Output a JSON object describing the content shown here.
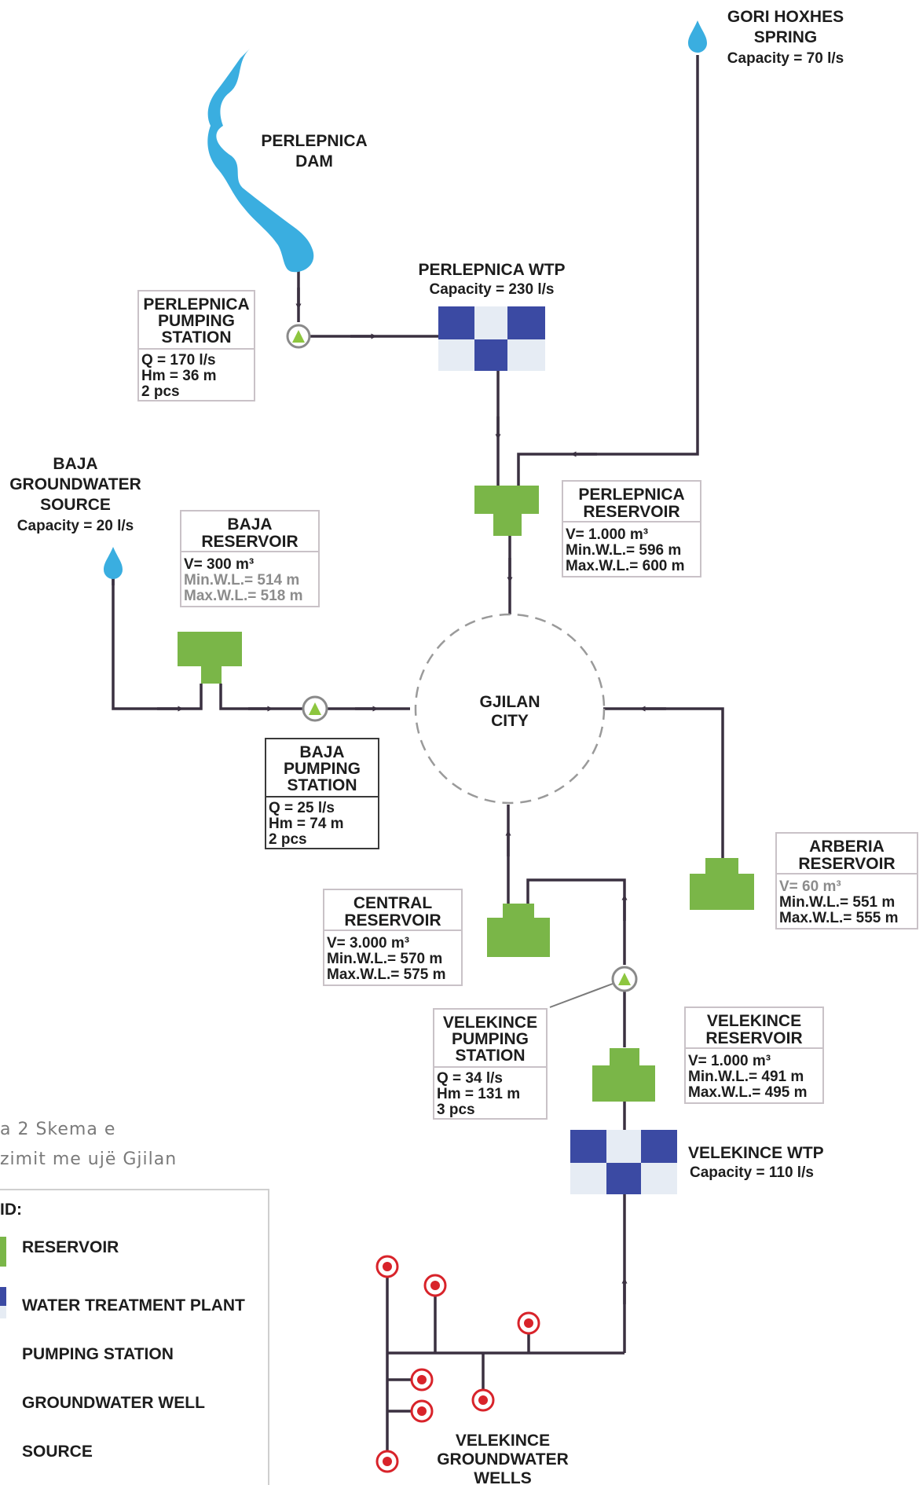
{
  "nodes": {
    "gori_hoxhes": {
      "name_line1": "GORI HOXHES",
      "name_line2": "SPRING",
      "capacity": "Capacity = 70 l/s"
    },
    "perlepnica_dam": {
      "name_line1": "PERLEPNICA",
      "name_line2": "DAM"
    },
    "perlepnica_wtp": {
      "name": "PERLEPNICA WTP",
      "capacity": "Capacity = 230 l/s"
    },
    "perlepnica_ps": {
      "name_line1": "PERLEPNICA",
      "name_line2": "PUMPING",
      "name_line3": "STATION",
      "q": "Q = 170 l/s",
      "hm": "Hm = 36 m",
      "pcs": "2 pcs"
    },
    "perlepnica_res": {
      "name_line1": "PERLEPNICA",
      "name_line2": "RESERVOIR",
      "v": "V= 1.000 m³",
      "min": "Min.W.L.= 596 m",
      "max": "Max.W.L.= 600 m"
    },
    "baja_source": {
      "name_line1": "BAJA",
      "name_line2": "GROUNDWATER",
      "name_line3": "SOURCE",
      "capacity": "Capacity = 20 l/s"
    },
    "baja_res": {
      "name_line1": "BAJA",
      "name_line2": "RESERVOIR",
      "v": "V= 300 m³",
      "min": "Min.W.L.= 514 m",
      "max": "Max.W.L.= 518 m"
    },
    "baja_ps": {
      "name_line1": "BAJA",
      "name_line2": "PUMPING",
      "name_line3": "STATION",
      "q": "Q = 25 l/s",
      "hm": "Hm = 74 m",
      "pcs": "2 pcs"
    },
    "gjilan": {
      "name_line1": "GJILAN",
      "name_line2": "CITY"
    },
    "arberia_res": {
      "name_line1": "ARBERIA",
      "name_line2": "RESERVOIR",
      "v": "V= 60 m³",
      "min": "Min.W.L.= 551 m",
      "max": "Max.W.L.= 555 m"
    },
    "central_res": {
      "name_line1": "CENTRAL",
      "name_line2": "RESERVOIR",
      "v": "V= 3.000 m³",
      "min": "Min.W.L.= 570 m",
      "max": "Max.W.L.= 575 m"
    },
    "velekince_ps": {
      "name_line1": "VELEKINCE",
      "name_line2": "PUMPING",
      "name_line3": "STATION",
      "q": "Q = 34 l/s",
      "hm": "Hm = 131 m",
      "pcs": "3 pcs"
    },
    "velekince_res": {
      "name_line1": "VELEKINCE",
      "name_line2": "RESERVOIR",
      "v": "V= 1.000 m³",
      "min": "Min.W.L.= 491 m",
      "max": "Max.W.L.= 495 m"
    },
    "velekince_wtp": {
      "name": "VELEKINCE WTP",
      "capacity": "Capacity = 110 l/s"
    },
    "velekince_wells": {
      "name_line1": "VELEKINCE",
      "name_line2": "GROUNDWATER",
      "name_line3": "WELLS"
    }
  },
  "caption": {
    "line1": "a 2 Skema e",
    "line2": "zimit me ujë Gjilan"
  },
  "legend": {
    "title": "ID:",
    "items": [
      "RESERVOIR",
      "WATER TREATMENT PLANT",
      "PUMPING STATION",
      "GROUNDWATER WELL",
      "SOURCE"
    ]
  },
  "colors": {
    "reservoir": "#7ab648",
    "wtp_dark": "#3b4aa3",
    "wtp_light": "#e6ecf4",
    "pump_fill": "#8dc63f",
    "pump_ring": "#8a8a8a",
    "well": "#d8232a",
    "water": "#3aaee0",
    "pipe": "#3a3040",
    "city_dash": "#9a9a9a"
  }
}
